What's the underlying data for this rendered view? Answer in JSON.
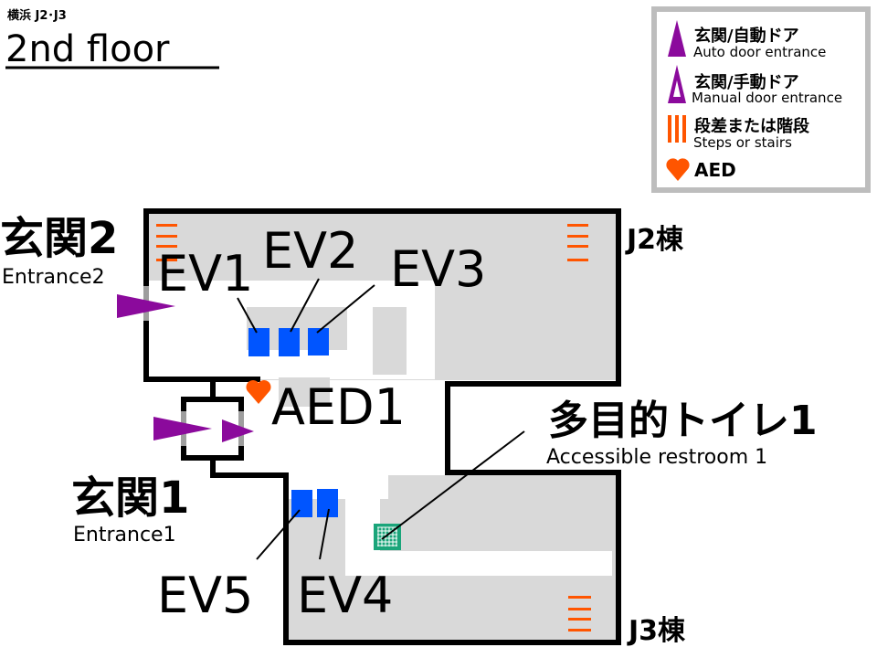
{
  "header": {
    "building": "横浜 J2･J3",
    "floor_title": "2nd floor"
  },
  "legend": {
    "items": [
      {
        "icon": "auto-door-triangle-icon",
        "ja": "玄関/自動ドア",
        "en": "Auto door entrance"
      },
      {
        "icon": "manual-door-triangle-icon",
        "ja": "玄関/手動ドア",
        "en": "Manual door entrance"
      },
      {
        "icon": "stairs-icon",
        "ja": "段差または階段",
        "en": "Steps or stairs"
      },
      {
        "icon": "heart-icon",
        "ja": "AED",
        "en": ""
      }
    ]
  },
  "labels": {
    "entrance2_ja": "玄関2",
    "entrance2_en": "Entrance2",
    "entrance1_ja": "玄関1",
    "entrance1_en": "Entrance1",
    "ev1": "EV1",
    "ev2": "EV2",
    "ev3": "EV3",
    "ev4": "EV4",
    "ev5": "EV5",
    "aed1": "AED1",
    "restroom_ja": "多目的トイレ1",
    "restroom_en": "Accessible restroom 1",
    "j2": "J2棟",
    "j3": "J3棟"
  },
  "colors": {
    "door": "#8b0a9c",
    "stairs": "#ff5500",
    "elevator": "#0055ff",
    "restroom": "#1aa57a",
    "floor": "#d9d9d9"
  }
}
